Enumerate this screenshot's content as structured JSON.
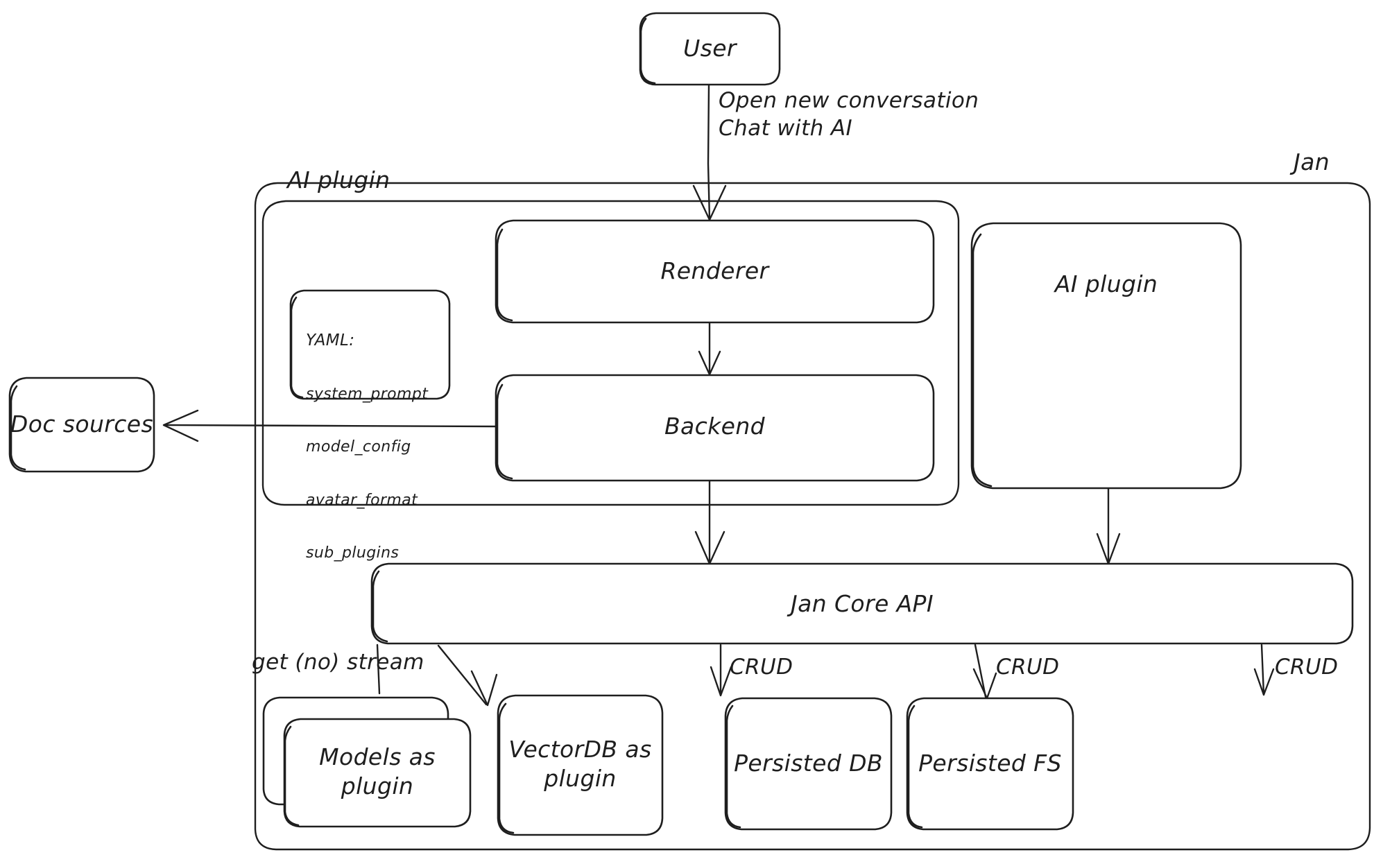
{
  "diagram": {
    "title_containers": {
      "outer": {
        "label": "Jan"
      },
      "ai_plugin_group": {
        "label": "AI plugin"
      }
    },
    "nodes": {
      "user": {
        "label": "User"
      },
      "renderer": {
        "label": "Renderer"
      },
      "backend": {
        "label": "Backend"
      },
      "ai_plugin_right": {
        "label": "AI plugin"
      },
      "doc_sources": {
        "label": "Doc sources"
      },
      "jan_core_api": {
        "label": "Jan Core API"
      },
      "models_plugin": {
        "label": "Models as\nplugin"
      },
      "vectordb_plugin": {
        "label": "VectorDB as\nplugin"
      },
      "persisted_db": {
        "label": "Persisted DB"
      },
      "persisted_fs": {
        "label": "Persisted FS"
      }
    },
    "yaml_card": {
      "heading": "YAML:",
      "keys": [
        "system_prompt",
        "model_config",
        "avatar_format",
        "sub_plugins"
      ]
    },
    "edge_labels": {
      "user_to_renderer": "Open new conversation\nChat with AI",
      "core_to_models": "get (no) stream",
      "core_to_vectordb": "CRUD",
      "core_to_db": "CRUD",
      "core_to_fs": "CRUD"
    },
    "colors": {
      "stroke": "#1e1e1e",
      "fill": "#ffffff",
      "background": "#ffffff"
    }
  }
}
